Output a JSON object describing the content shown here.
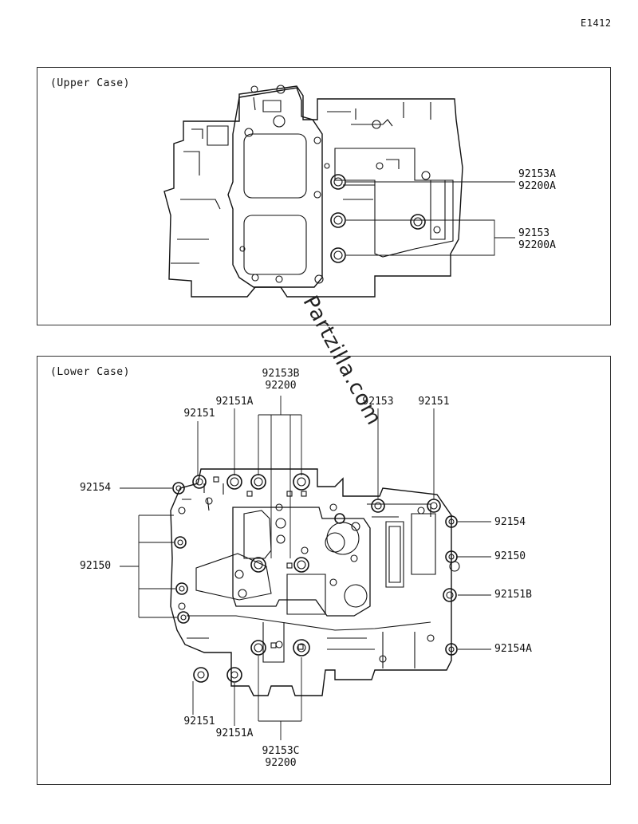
{
  "ref_code": "E1412",
  "watermark": "Partzilla.com",
  "upper": {
    "title": "(Upper Case)",
    "labels": {
      "a1": "92153A",
      "a2": "92200A",
      "b1": "92153",
      "b2": "92200A"
    }
  },
  "lower": {
    "title": "(Lower Case)",
    "labels": {
      "top_center_1": "92153B",
      "top_center_2": "92200",
      "l92151a_top": "92151A",
      "l92151_top": "92151",
      "l92153_top": "92153",
      "l92151_top_right": "92151",
      "l92154_left": "92154",
      "l92154_right": "92154",
      "l92150_left": "92150",
      "l92150_right": "92150",
      "l92151b_right": "92151B",
      "l92154a_right": "92154A",
      "l92151_bottom": "92151",
      "l92151a_bottom": "92151A",
      "bottom_center_1": "92153C",
      "bottom_center_2": "92200"
    }
  }
}
